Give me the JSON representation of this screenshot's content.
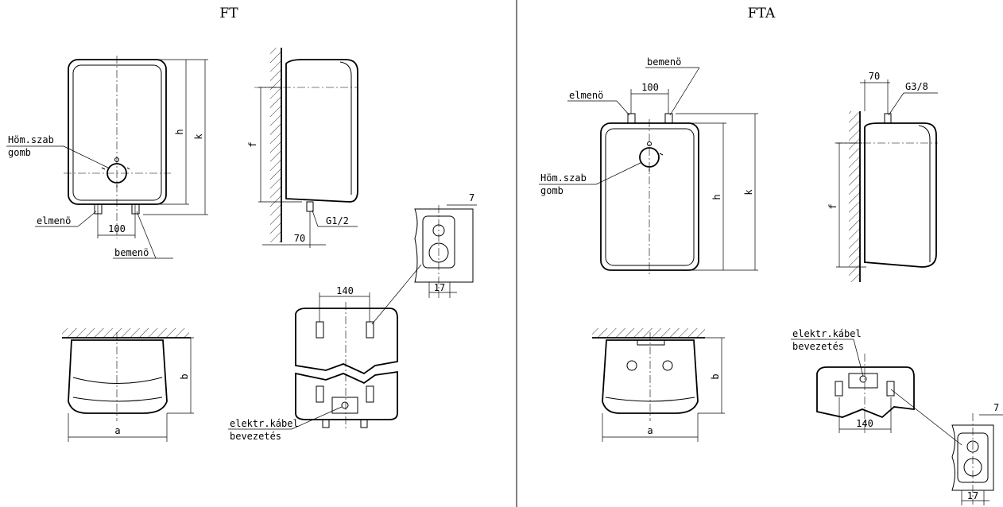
{
  "left": {
    "title": "FT",
    "knob_label_line1": "Höm.szab",
    "knob_label_line2": "gomb",
    "outlet": "elmenö",
    "inlet": "bemenö",
    "dim_100": "100",
    "dim_h": "h",
    "dim_k": "k",
    "dim_f": "f",
    "dim_70": "70",
    "thread": "G1/2",
    "dim_140": "140",
    "dim_7": "7",
    "dim_17": "17",
    "dim_a": "a",
    "dim_b": "b",
    "cable_line1": "elektr.kábel",
    "cable_line2": "bevezetés"
  },
  "right": {
    "title": "FTA",
    "inlet": "bemenö",
    "outlet": "elmenö",
    "dim_100": "100",
    "dim_70": "70",
    "thread": "G3/8",
    "knob_label_line1": "Höm.szab",
    "knob_label_line2": "gomb",
    "dim_h": "h",
    "dim_k": "k",
    "dim_f": "f",
    "cable_line1": "elektr.kábel",
    "cable_line2": "bevezetés",
    "dim_7": "7",
    "dim_140": "140",
    "dim_a": "a",
    "dim_b": "b",
    "dim_17": "17"
  }
}
